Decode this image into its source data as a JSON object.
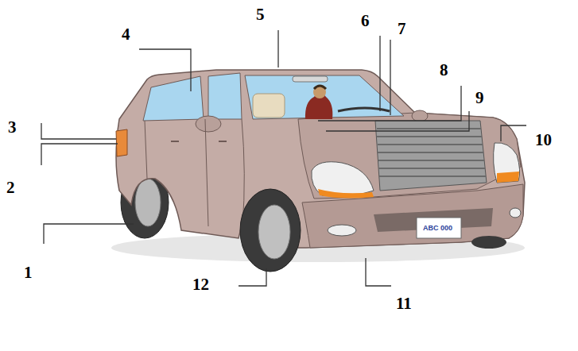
{
  "diagram": {
    "labels": [
      "1",
      "2",
      "3",
      "4",
      "5",
      "6",
      "7",
      "8",
      "9",
      "10",
      "11",
      "12",
      "ABC 000"
    ]
  }
}
